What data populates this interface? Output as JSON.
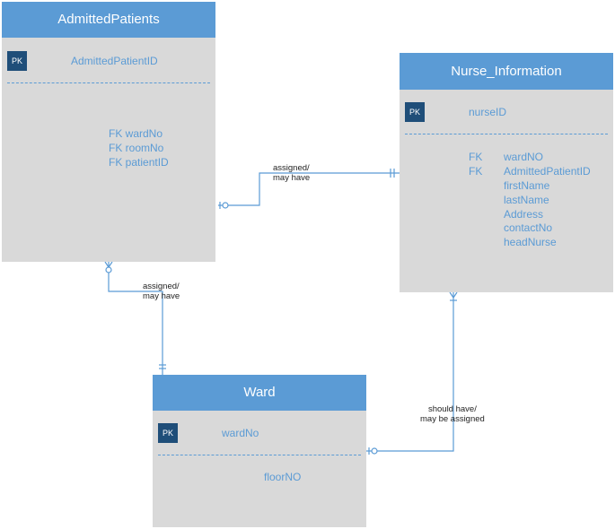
{
  "entities": {
    "admitted": {
      "title": "AdmittedPatients",
      "pk_badge": "PK",
      "pk_field": "AdmittedPatientID",
      "fields": [
        "FK wardNo",
        "FK roomNo",
        "FK patientID"
      ]
    },
    "nurse": {
      "title": "Nurse_Information",
      "pk_badge": "PK",
      "pk_field": "nurseID",
      "fk_prefix": [
        "FK",
        "FK"
      ],
      "fields": [
        "wardNO",
        "AdmittedPatientID",
        "firstName",
        "lastName",
        "Address",
        "contactNo",
        "headNurse"
      ]
    },
    "ward": {
      "title": "Ward",
      "pk_badge": "PK",
      "pk_field": "wardNo",
      "fields": [
        "floorNO"
      ]
    }
  },
  "relationships": {
    "admitted_nurse": {
      "line1": "assigned/",
      "line2": "may have"
    },
    "admitted_ward": {
      "line1": "assigned/",
      "line2": "may have"
    },
    "ward_nurse": {
      "line1": "should have/",
      "line2": "may be assigned"
    }
  },
  "colors": {
    "header": "#5b9bd5",
    "body": "#d9d9d9",
    "pk_badge": "#1f4e79",
    "text": "#5b9bd5",
    "line": "#5b9bd5"
  }
}
